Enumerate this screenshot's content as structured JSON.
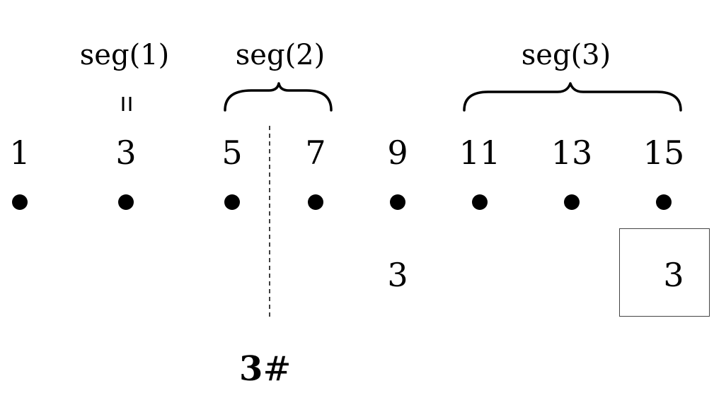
{
  "points": [
    {
      "label": "1"
    },
    {
      "label": "3"
    },
    {
      "label": "5"
    },
    {
      "label": "7"
    },
    {
      "label": "9"
    },
    {
      "label": "11"
    },
    {
      "label": "13"
    },
    {
      "label": "15"
    }
  ],
  "segments": [
    {
      "label": "seg(1)"
    },
    {
      "label": "seg(2)"
    },
    {
      "label": "seg(3)"
    }
  ],
  "middle_value": "3",
  "boxed_value": "3",
  "bottom_label": {
    "bold_part": "3",
    "rest": "#"
  }
}
